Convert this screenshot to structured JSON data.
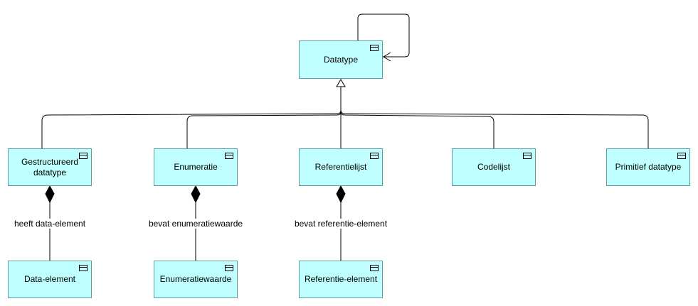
{
  "elements": {
    "datatype": "Datatype",
    "gestructureerd_datatype": "Gestructureerd\ndatatype",
    "enumeratie": "Enumeratie",
    "referentielijst": "Referentielijst",
    "codelijst": "Codelijst",
    "primitief_datatype": "Primitief datatype",
    "data_element": "Data-element",
    "enumeratiewaarde": "Enumeratiewaarde",
    "referentie_element": "Referentie-element"
  },
  "relations": {
    "heeft_data_element": "heeft data-element",
    "bevat_enumeratiewaarde": "bevat enumeratiewaarde",
    "bevat_referentie_element": "bevat referentie-element"
  },
  "colors": {
    "box_fill": "#c0ffff",
    "box_border": "#5f9ea0",
    "line": "#000000"
  }
}
